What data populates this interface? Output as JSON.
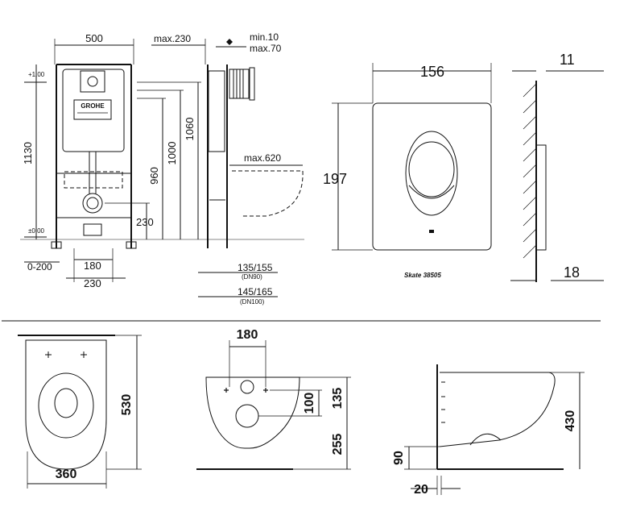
{
  "frame_panel": {
    "dimensions": {
      "width_500": "500",
      "max_230": "max.230",
      "min_10": "min.10",
      "max_70": "max.70",
      "height_1130": "1130",
      "height_1060": "1060",
      "height_1000": "1000",
      "height_960": "960",
      "max_620": "max.620",
      "dim_230_vertical": "230",
      "range_0_200": "0-200",
      "dim_180": "180",
      "dim_230_horizontal": "230",
      "dn90_size": "135/155",
      "dn90_label": "(DN90)",
      "dn100_size": "145/165",
      "dn100_label": "(DN100)",
      "level_plus_1": "+1,00",
      "level_zero": "±0,00"
    },
    "brand_logo": "GROHE"
  },
  "flush_plate_panel": {
    "dimensions": {
      "width_156": "156",
      "depth_11": "11",
      "height_197": "197",
      "depth_18": "18"
    },
    "model_caption": "Skate 38505"
  },
  "toilet_top_view": {
    "dimensions": {
      "length_530": "530",
      "width_360": "360"
    }
  },
  "toilet_back_view": {
    "dimensions": {
      "spacing_180": "180",
      "dim_100": "100",
      "dim_135": "135",
      "dim_255": "255"
    }
  },
  "toilet_side_view": {
    "dimensions": {
      "height_430": "430",
      "dim_90": "90",
      "dim_20": "20"
    }
  }
}
